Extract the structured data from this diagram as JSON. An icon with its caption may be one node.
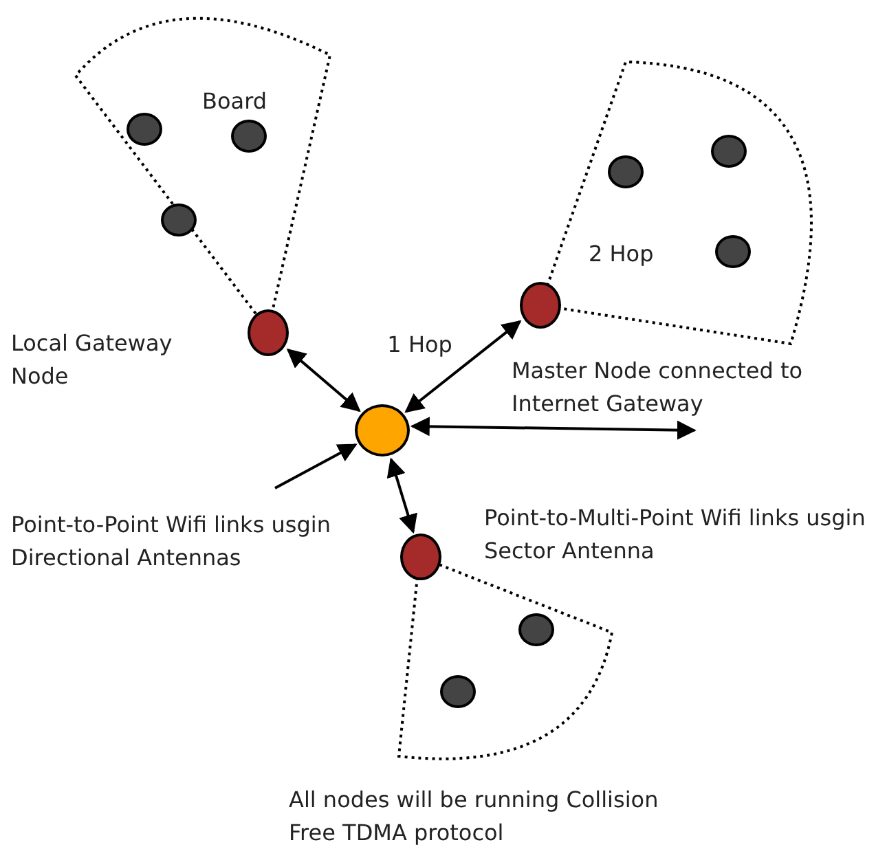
{
  "diagram": {
    "nodes": [
      {
        "text": [],
        "shape": "sector"
      },
      {
        "text": [],
        "shape": "circle",
        "in": 0
      },
      {
        "text": [],
        "shape": "circle",
        "in": 0
      },
      {
        "text": [],
        "shape": "circle",
        "in": 0
      },
      {
        "text": [],
        "shape": "sector"
      },
      {
        "text": [],
        "shape": "circle",
        "in": 4
      },
      {
        "text": [],
        "shape": "circle",
        "in": 4
      },
      {
        "text": [],
        "shape": "circle",
        "in": 4
      },
      {
        "text": [],
        "shape": "sector"
      },
      {
        "text": [],
        "shape": "circle",
        "in": 8
      },
      {
        "text": [],
        "shape": "circle",
        "in": 8
      },
      {
        "text": [],
        "shape": "circle",
        "beside": [
          "Local Gateway Node"
        ]
      },
      {
        "text": [],
        "shape": "circle"
      },
      {
        "text": [],
        "shape": "circle"
      },
      {
        "text": [],
        "shape": "circle"
      },
      {
        "text": [
          "Point-to-Point Wifi links usgin Directional Antennas"
        ]
      },
      {
        "text": [
          "Master Node connected to Internet Gateway"
        ]
      }
    ],
    "edges": [
      {
        "from": 11,
        "to": 13,
        "arrow": "both"
      },
      {
        "from": 12,
        "to": 13,
        "arrow": "both",
        "label": "1 Hop"
      },
      {
        "from": 13,
        "to": 16,
        "arrow": "both"
      },
      {
        "from": 13,
        "to": 14,
        "arrow": "both"
      },
      {
        "from": 15,
        "to": 13,
        "arrow": "to"
      }
    ],
    "labels": [
      "Board",
      "2 Hop",
      "Point-to-Multi-Point Wifi links usgin Sector Antenna",
      "All nodes will be  running Collision Free TDMA protocol"
    ]
  }
}
